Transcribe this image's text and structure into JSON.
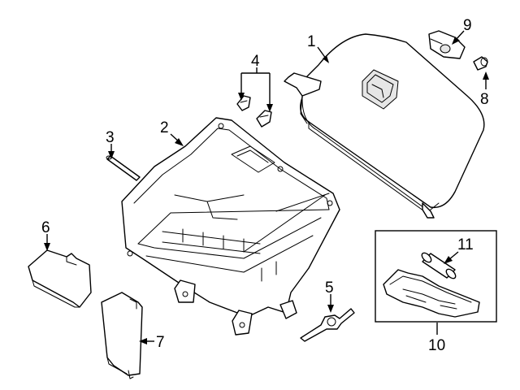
{
  "diagram": {
    "callouts": [
      {
        "id": "1",
        "label": "1"
      },
      {
        "id": "2",
        "label": "2"
      },
      {
        "id": "3",
        "label": "3"
      },
      {
        "id": "4",
        "label": "4"
      },
      {
        "id": "5",
        "label": "5"
      },
      {
        "id": "6",
        "label": "6"
      },
      {
        "id": "7",
        "label": "7"
      },
      {
        "id": "8",
        "label": "8"
      },
      {
        "id": "9",
        "label": "9"
      },
      {
        "id": "10",
        "label": "10"
      },
      {
        "id": "11",
        "label": "11"
      }
    ],
    "colors": {
      "line": "#000000",
      "background": "#ffffff",
      "shade": "#e6e6e6"
    }
  }
}
